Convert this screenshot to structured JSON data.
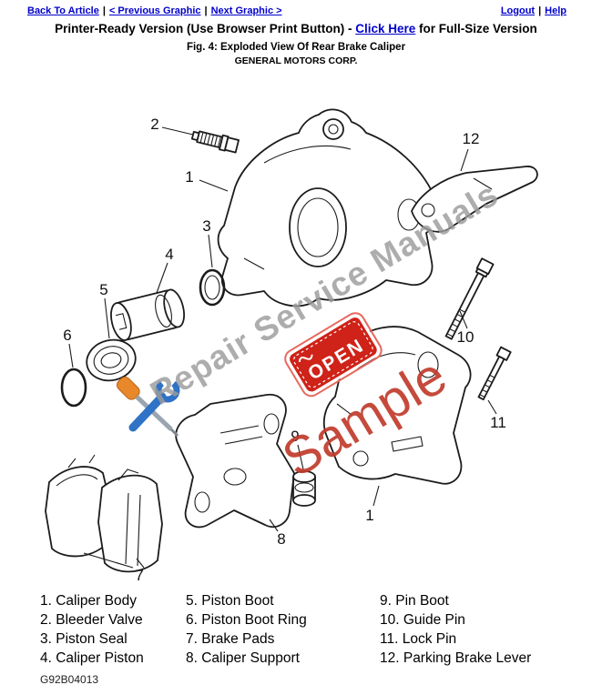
{
  "nav": {
    "separator": "|",
    "back": "Back To Article",
    "previous": "< Previous Graphic",
    "next": "Next Graphic >",
    "logout": "Logout",
    "help": "Help"
  },
  "title": {
    "prefix": "Printer-Ready Version (Use Browser Print Button) - ",
    "link": "Click Here",
    "suffix": " for Full-Size Version"
  },
  "figure": {
    "caption": "Fig. 4: Exploded View Of Rear Brake Caliper",
    "company": "GENERAL MOTORS CORP."
  },
  "diagram": {
    "callouts": {
      "c1": "1",
      "c1b": "1",
      "c2": "2",
      "c3": "3",
      "c4": "4",
      "c5": "5",
      "c6": "6",
      "c7": "7",
      "c8": "8",
      "c9": "9",
      "c10": "10",
      "c11": "11",
      "c12": "12"
    },
    "watermark": {
      "brand": "Repair Service Manuals",
      "sample": "Sample",
      "badge": "OPEN"
    }
  },
  "legend": {
    "columns": [
      {
        "items": [
          "1. Caliper Body",
          "2. Bleeder Valve",
          "3. Piston Seal",
          "4. Caliper Piston"
        ]
      },
      {
        "items": [
          "5. Piston Boot",
          "6. Piston Boot Ring",
          "7. Brake Pads",
          "8. Caliper Support"
        ]
      },
      {
        "items": [
          "9. Pin Boot",
          "10. Guide Pin",
          "11. Lock Pin",
          "12. Parking Brake Lever"
        ]
      }
    ]
  },
  "doc_code": "G92B04013",
  "colors": {
    "link": "#0000cc",
    "watermark_gray": "#9c9c9c",
    "watermark_red": "#c13b2c",
    "badge_red": "#cf2218"
  }
}
